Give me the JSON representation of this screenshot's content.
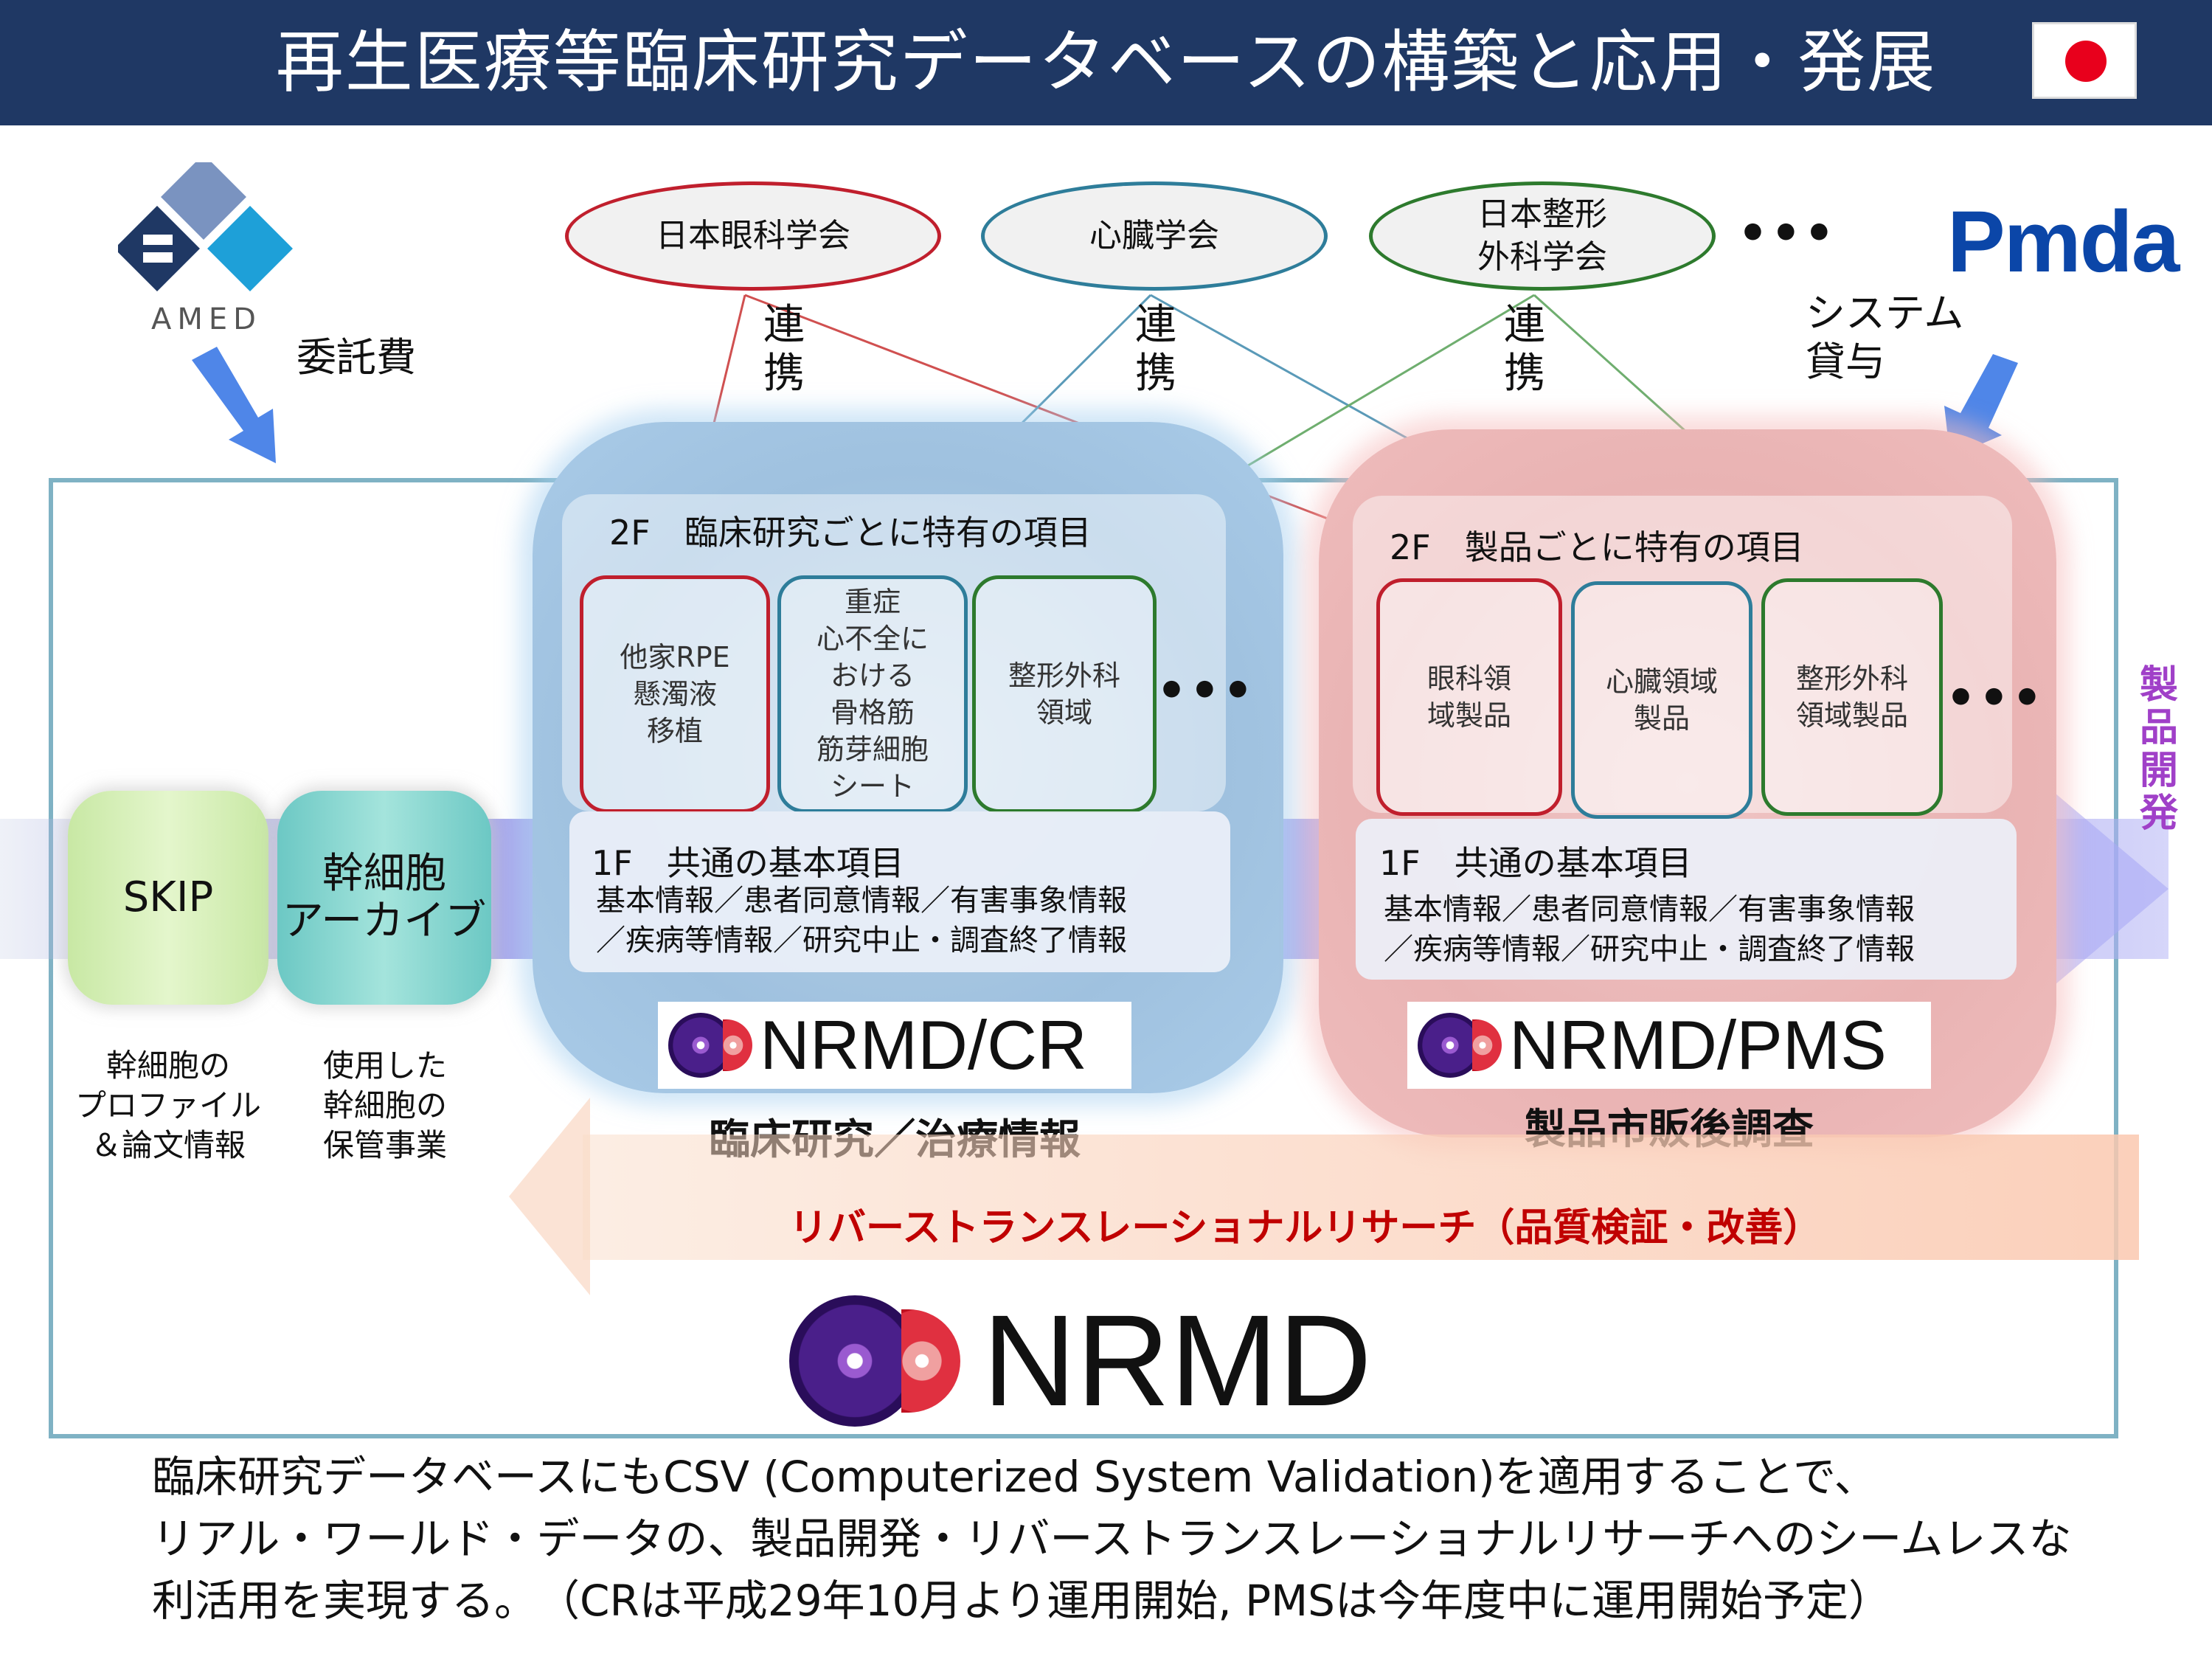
{
  "header": {
    "title": "再生医療等臨床研究データベースの構築と応用・発展"
  },
  "flag_icon": "japan-flag-icon",
  "amed": {
    "logo_text": "AMED",
    "label": "委託費"
  },
  "pmda": {
    "logo_text": "Pmda",
    "label": "システム\n貸与"
  },
  "societies": [
    {
      "label": "日本眼科学会",
      "color": "#c01f2d"
    },
    {
      "label": "心臓学会",
      "color": "#2e7d9a"
    },
    {
      "label": "日本整形\n外科学会",
      "color": "#2d7a2d"
    }
  ],
  "societies_more": "•••",
  "renkei": "連\n携",
  "side_label": "製\n品\n開\n発",
  "cr": {
    "floor2_title": "2F　臨床研究ごとに特有の項目",
    "cards": [
      {
        "label": "他家RPE\n懸濁液\n移植",
        "color": "#c01f2d"
      },
      {
        "label": "重症\n心不全に\nおける\n骨格筋\n筋芽細胞\nシート",
        "color": "#2e7d9a"
      },
      {
        "label": "整形外科\n領域",
        "color": "#2d7a2d"
      }
    ],
    "more": "•••",
    "floor1_title": "1F　共通の基本項目",
    "floor1_body": "基本情報／患者同意情報／有害事象情報\n／疾病等情報／研究中止・調査終了情報",
    "logo": "NRMD/CR",
    "caption": "臨床研究／治療情報"
  },
  "pms": {
    "floor2_title": "2F　製品ごとに特有の項目",
    "cards": [
      {
        "label": "眼科領\n域製品",
        "color": "#c01f2d"
      },
      {
        "label": "心臓領域\n製品",
        "color": "#2e7d9a"
      },
      {
        "label": "整形外科\n領域製品",
        "color": "#2d7a2d"
      }
    ],
    "more": "•••",
    "floor1_title": "1F　共通の基本項目",
    "floor1_body": "基本情報／患者同意情報／有害事象情報\n／疾病等情報／研究中止・調査終了情報",
    "logo": "NRMD/PMS",
    "caption": "製品市販後調査"
  },
  "skip": {
    "label": "SKIP",
    "caption": "幹細胞の\nプロファイル\n＆論文情報"
  },
  "archive": {
    "label": "幹細胞\nアーカイブ",
    "caption": "使用した\n幹細胞の\n保管事業"
  },
  "reverse_research": "リバーストランスレーショナルリサーチ（品質検証・改善）",
  "nrmd_logo": "NRMD",
  "footer": "臨床研究データベースにもCSV (Computerized System Validation)を適用することで、\nリアル・ワールド・データの、製品開発・リバーストランスレーショナルリサーチへのシームレスな\n利活用を実現する。　（CRは平成29年10月より運用開始, PMSは今年度中に運用開始予定）"
}
